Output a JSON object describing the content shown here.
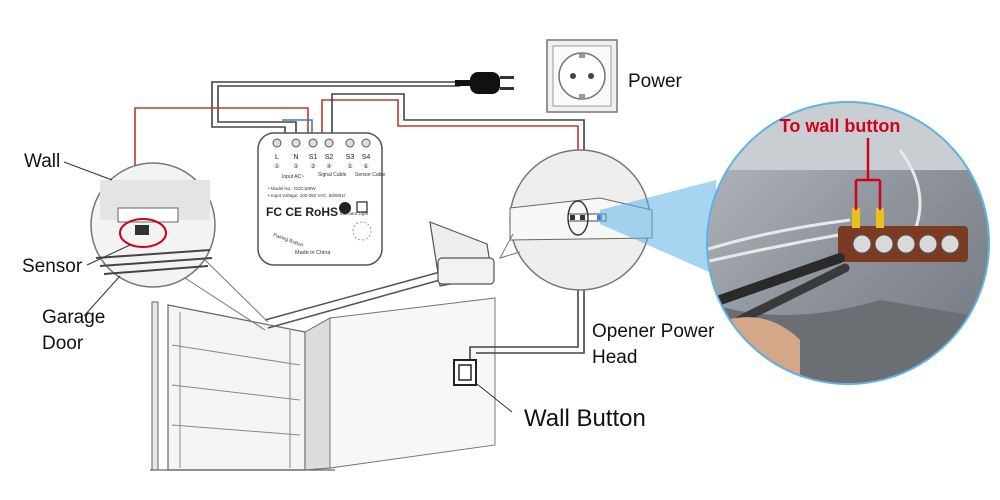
{
  "labels": {
    "wall": "Wall",
    "sensor": "Sensor",
    "garage_door_line1": "Garage",
    "garage_door_line2": "Door",
    "power": "Power",
    "opener_line1": "Opener Power",
    "opener_line2": "Head",
    "wall_button": "Wall Button",
    "to_wall_button": "To wall button"
  },
  "module": {
    "terminals": [
      "L",
      "N",
      "S1",
      "S2",
      "S3",
      "S4"
    ],
    "terminal_numbers": [
      "①",
      "②",
      "③",
      "④",
      "⑤",
      "⑥"
    ],
    "input_label": "Input AC~",
    "signal_label": "Signal Cable",
    "sensor_label": "Sensor Cable",
    "model_line": "• Model No.: GDC100W",
    "voltage_line": "• Input Voltage: 100-250 VAC, 50/60Hz",
    "cert_marks": "FC CE RoHS",
    "pairing_label": "Pairing Button",
    "indicator_label": "Indicator Light",
    "made_in": "Made in China"
  },
  "colors": {
    "wire_red": "#c0392b",
    "wire_gray": "#444444",
    "wire_blue": "#3b7dd8",
    "accent_red": "#d0021b",
    "callout_blue": "#5db3e6",
    "line_dark": "#333333"
  }
}
